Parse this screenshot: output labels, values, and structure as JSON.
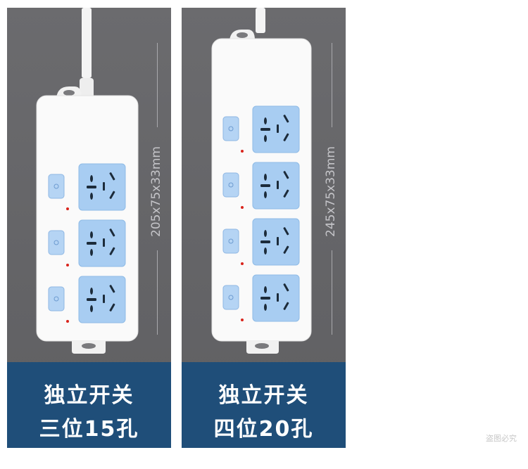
{
  "products": [
    {
      "dimensions": "205x75x33mm",
      "caption_line1": "独立开关",
      "caption_line2": "三位15孔",
      "sockets": 3
    },
    {
      "dimensions": "245x75x33mm",
      "caption_line1": "独立开关",
      "caption_line2": "四位20孔",
      "sockets": 4
    }
  ],
  "watermark": "盗图必究",
  "colors": {
    "panel_bg": "#646467",
    "caption_bg": "#1f4e79",
    "socket_blue": "#a8cdf2",
    "switch_blue": "#b5d4f4",
    "indicator_red": "#d9241c",
    "strip_white": "#fafafa"
  }
}
